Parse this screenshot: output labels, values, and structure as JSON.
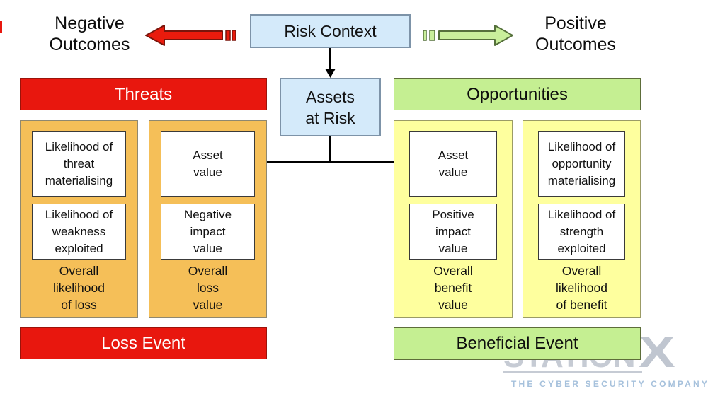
{
  "colors": {
    "red": "#e8170e",
    "orange_panel": "#f5bf58",
    "yellow_panel": "#feff9e",
    "green": "#c5ef92",
    "light_blue": "#d4eafa",
    "black_connector": "#000000",
    "logo_gray": "#c6cbd4",
    "logo_tagline_blue": "#a6c1dc"
  },
  "top": {
    "negative_outcomes": {
      "lines": [
        "Negative",
        "Outcomes"
      ]
    },
    "risk_context": "Risk Context",
    "positive_outcomes": {
      "lines": [
        "Positive",
        "Outcomes"
      ]
    }
  },
  "center": {
    "assets_at_risk": {
      "lines": [
        "Assets",
        "at Risk"
      ]
    }
  },
  "threats_section": {
    "banner": "Threats",
    "event_banner": "Loss Event",
    "columns": [
      {
        "box1": {
          "lines": [
            "Likelihood of",
            "threat",
            "materialising"
          ]
        },
        "box2": {
          "lines": [
            "Likelihood of",
            "weakness",
            "exploited"
          ]
        },
        "overall": {
          "lines": [
            "Overall",
            "likelihood",
            "of loss"
          ]
        }
      },
      {
        "box1": {
          "lines": [
            "Asset",
            "value"
          ]
        },
        "box2": {
          "lines": [
            "Negative",
            "impact",
            "value"
          ]
        },
        "overall": {
          "lines": [
            "Overall",
            "loss",
            "value"
          ]
        }
      }
    ]
  },
  "opportunities_section": {
    "banner": "Opportunities",
    "event_banner": "Beneficial Event",
    "columns": [
      {
        "box1": {
          "lines": [
            "Asset",
            "value"
          ]
        },
        "box2": {
          "lines": [
            "Positive",
            "impact",
            "value"
          ]
        },
        "overall": {
          "lines": [
            "Overall",
            "benefit",
            "value"
          ]
        }
      },
      {
        "box1": {
          "lines": [
            "Likelihood of",
            "opportunity",
            "materialising"
          ]
        },
        "box2": {
          "lines": [
            "Likelihood of",
            "strength",
            "exploited"
          ]
        },
        "overall": {
          "lines": [
            "Overall",
            "likelihood",
            "of benefit"
          ]
        }
      }
    ]
  },
  "icons": {
    "red_arrow": "left-arrow-icon",
    "green_arrow": "right-arrow-icon"
  },
  "logo": {
    "brand_prefix": "STATION",
    "brand_suffix": "X",
    "tagline": "THE CYBER SECURITY COMPANY"
  }
}
